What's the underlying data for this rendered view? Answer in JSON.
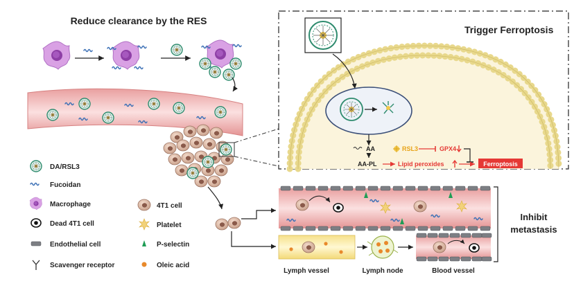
{
  "titles": {
    "res": "Reduce clearance by the RES",
    "ferroptosis": "Trigger Ferroptosis",
    "inhibit_line1": "Inhibit",
    "inhibit_line2": "metastasis"
  },
  "pathway": {
    "rsl3": "RSL3",
    "gpx4": "GPX4",
    "aa": "AA",
    "aa_pl": "AA-PL",
    "lipid": "Lipid peroxides",
    "ferroptosis": "Ferroptosis"
  },
  "legend": {
    "da_rsl3": "DA/RSL3",
    "fucoidan": "Fucoidan",
    "macrophage": "Macrophage",
    "dead_cell": "Dead 4T1 cell",
    "endothelial": "Endothelial cell",
    "scavenger": "Scavenger receptor",
    "t1_cell": "4T1 cell",
    "platelet": "Platelet",
    "p_selectin": "P-selectin",
    "oleic": "Oleic acid"
  },
  "bottom_labels": {
    "lymph_vessel": "Lymph vessel",
    "lymph_node": "Lymph node",
    "blood_vessel": "Blood vessel"
  },
  "colors": {
    "vessel_pink": "#f6c9c9",
    "vessel_deep": "#e88d8d",
    "lipid_bead": "#f0e7a8",
    "cytoplasm": "#fbf4dc",
    "red_text": "#e53935",
    "orange_text": "#e8a317",
    "ferro_box": "#e53935",
    "lymph_yellow": "#fff3b8",
    "fucoidan_blue": "#3a6fb5",
    "macrophage_purple": "#c98ad8"
  }
}
